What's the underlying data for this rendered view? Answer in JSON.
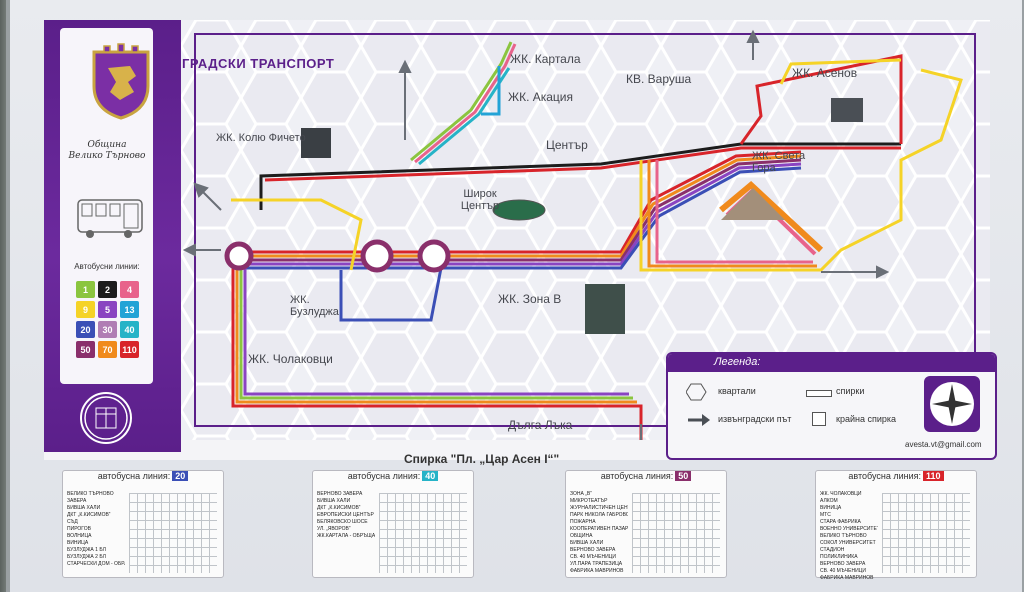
{
  "map_title": "ГРАДСКИ ТРАНСПОРТ",
  "municipality": {
    "line1": "Община",
    "line2": "Велико Търново"
  },
  "bus_lines_title": "Автобусни линии:",
  "bus_lines": [
    {
      "num": "1",
      "color": "#8bc53f"
    },
    {
      "num": "2",
      "color": "#1c1c1c"
    },
    {
      "num": "4",
      "color": "#e8638b"
    },
    {
      "num": "9",
      "color": "#f5d327"
    },
    {
      "num": "5",
      "color": "#8a44c1"
    },
    {
      "num": "13",
      "color": "#23a3d6"
    },
    {
      "num": "20",
      "color": "#3b4fb6"
    },
    {
      "num": "30",
      "color": "#b07db4"
    },
    {
      "num": "40",
      "color": "#26b3c7"
    },
    {
      "num": "50",
      "color": "#8a2f6b"
    },
    {
      "num": "70",
      "color": "#f08a1c"
    },
    {
      "num": "110",
      "color": "#d8242a"
    }
  ],
  "districts": {
    "kartala": "ЖК. Картала",
    "akatsia": "ЖК. Акация",
    "varusha": "КВ. Варуша",
    "asenov": "ЖК. Асенов",
    "kolyu": "ЖК. Колю Фичето",
    "tsentar": "Център",
    "shirok": "Широк Център",
    "sveta_gora": "ЖК. Света Гора",
    "zona_v": "ЖК. Зона В",
    "buzludzha": "ЖК. Бузлуджа",
    "cholakovtsi": "ЖК. Чолаковци",
    "dalga_laka": "Дълга Лъка"
  },
  "legend": {
    "title": "Легенда:",
    "districts": "квартали",
    "stops": "спирки",
    "outer": "извънградски път",
    "terminal": "крайна спирка"
  },
  "email": "avesta.vt@gmail.com",
  "stop_name": "Спирка \"Пл. „Цар Асен I“\"",
  "timetables": [
    {
      "label": "автобусна линия:",
      "line": "20",
      "color": "#3b4fb6",
      "stops": [
        "ВЕЛИКО ТЪРНОВО",
        "ЗАВЕРА",
        "БИВША ХАЛИ",
        "ДКТ „К.КИСИМОВ“",
        "СЪД",
        "ПИРОГОВ",
        "ВОЛНИЦА",
        "ВИНИЦА",
        "БУЗЛУДЖА 1 БЛ",
        "БУЗЛУДЖА 2 БЛ",
        "СТАРЧЕСКИ ДОМ - ОБРАЩАЛО"
      ]
    },
    {
      "label": "автобусна линия:",
      "line": "40",
      "color": "#26b3c7",
      "stops": [
        "ВЕРНОВО ЗАВЕРА",
        "БИВША ХАЛИ",
        "ДКТ „К.КИСИМОВ“",
        "ЕВРОПЕЙСКИ ЦЕНТЪР",
        "БЕЛЯКОВСКО ШОСЕ",
        "УЛ. „ЯВОРОВ“",
        "ЖК.КАРТАЛА - ОБРЪЩАЛО"
      ]
    },
    {
      "label": "автобусна линия:",
      "line": "50",
      "color": "#8a2f6b",
      "stops": [
        "ЗОНА „В“",
        "МИКРОТЕАТЪР",
        "ЖУРНАЛИСТИЧЕН ЦЕНТЪР",
        "ПАРК НИКОЛА ГАБРОВСКИ",
        "ПОЖАРНА",
        "КООПЕРАТИВЕН ПАЗАР",
        "ОБЩИНА",
        "БИВША ХАЛИ",
        "ВЕРНОВО ЗАВЕРА",
        "СВ. 40 МЪЧЕНИЦИ",
        "УЛ.ПАРА ТРАПЕЗИЦА",
        "ФАБРИКА МАВРИНОВ"
      ]
    },
    {
      "label": "автобусна линия:",
      "line": "110",
      "color": "#d8242a",
      "stops": [
        "ЖК. ЧОЛАКОВЦИ",
        "АЛКОМ",
        "ВИНИЦА",
        "МТС",
        "СТАРА ФАБРИКА",
        "ВОЕННО УНИВЕРСИТЕТ",
        "ВЕЛИКО ТЪРНОВО",
        "СОКОЛ УНИВЕРСИТЕТ",
        "СТАДИОН",
        "ПОЛИКЛИНИКА",
        "ВЕРНОВО ЗАВЕРА",
        "СВ. 40 МЪЧЕНИЦИ",
        "ФАБРИКА МАВРИНОВ"
      ]
    }
  ]
}
